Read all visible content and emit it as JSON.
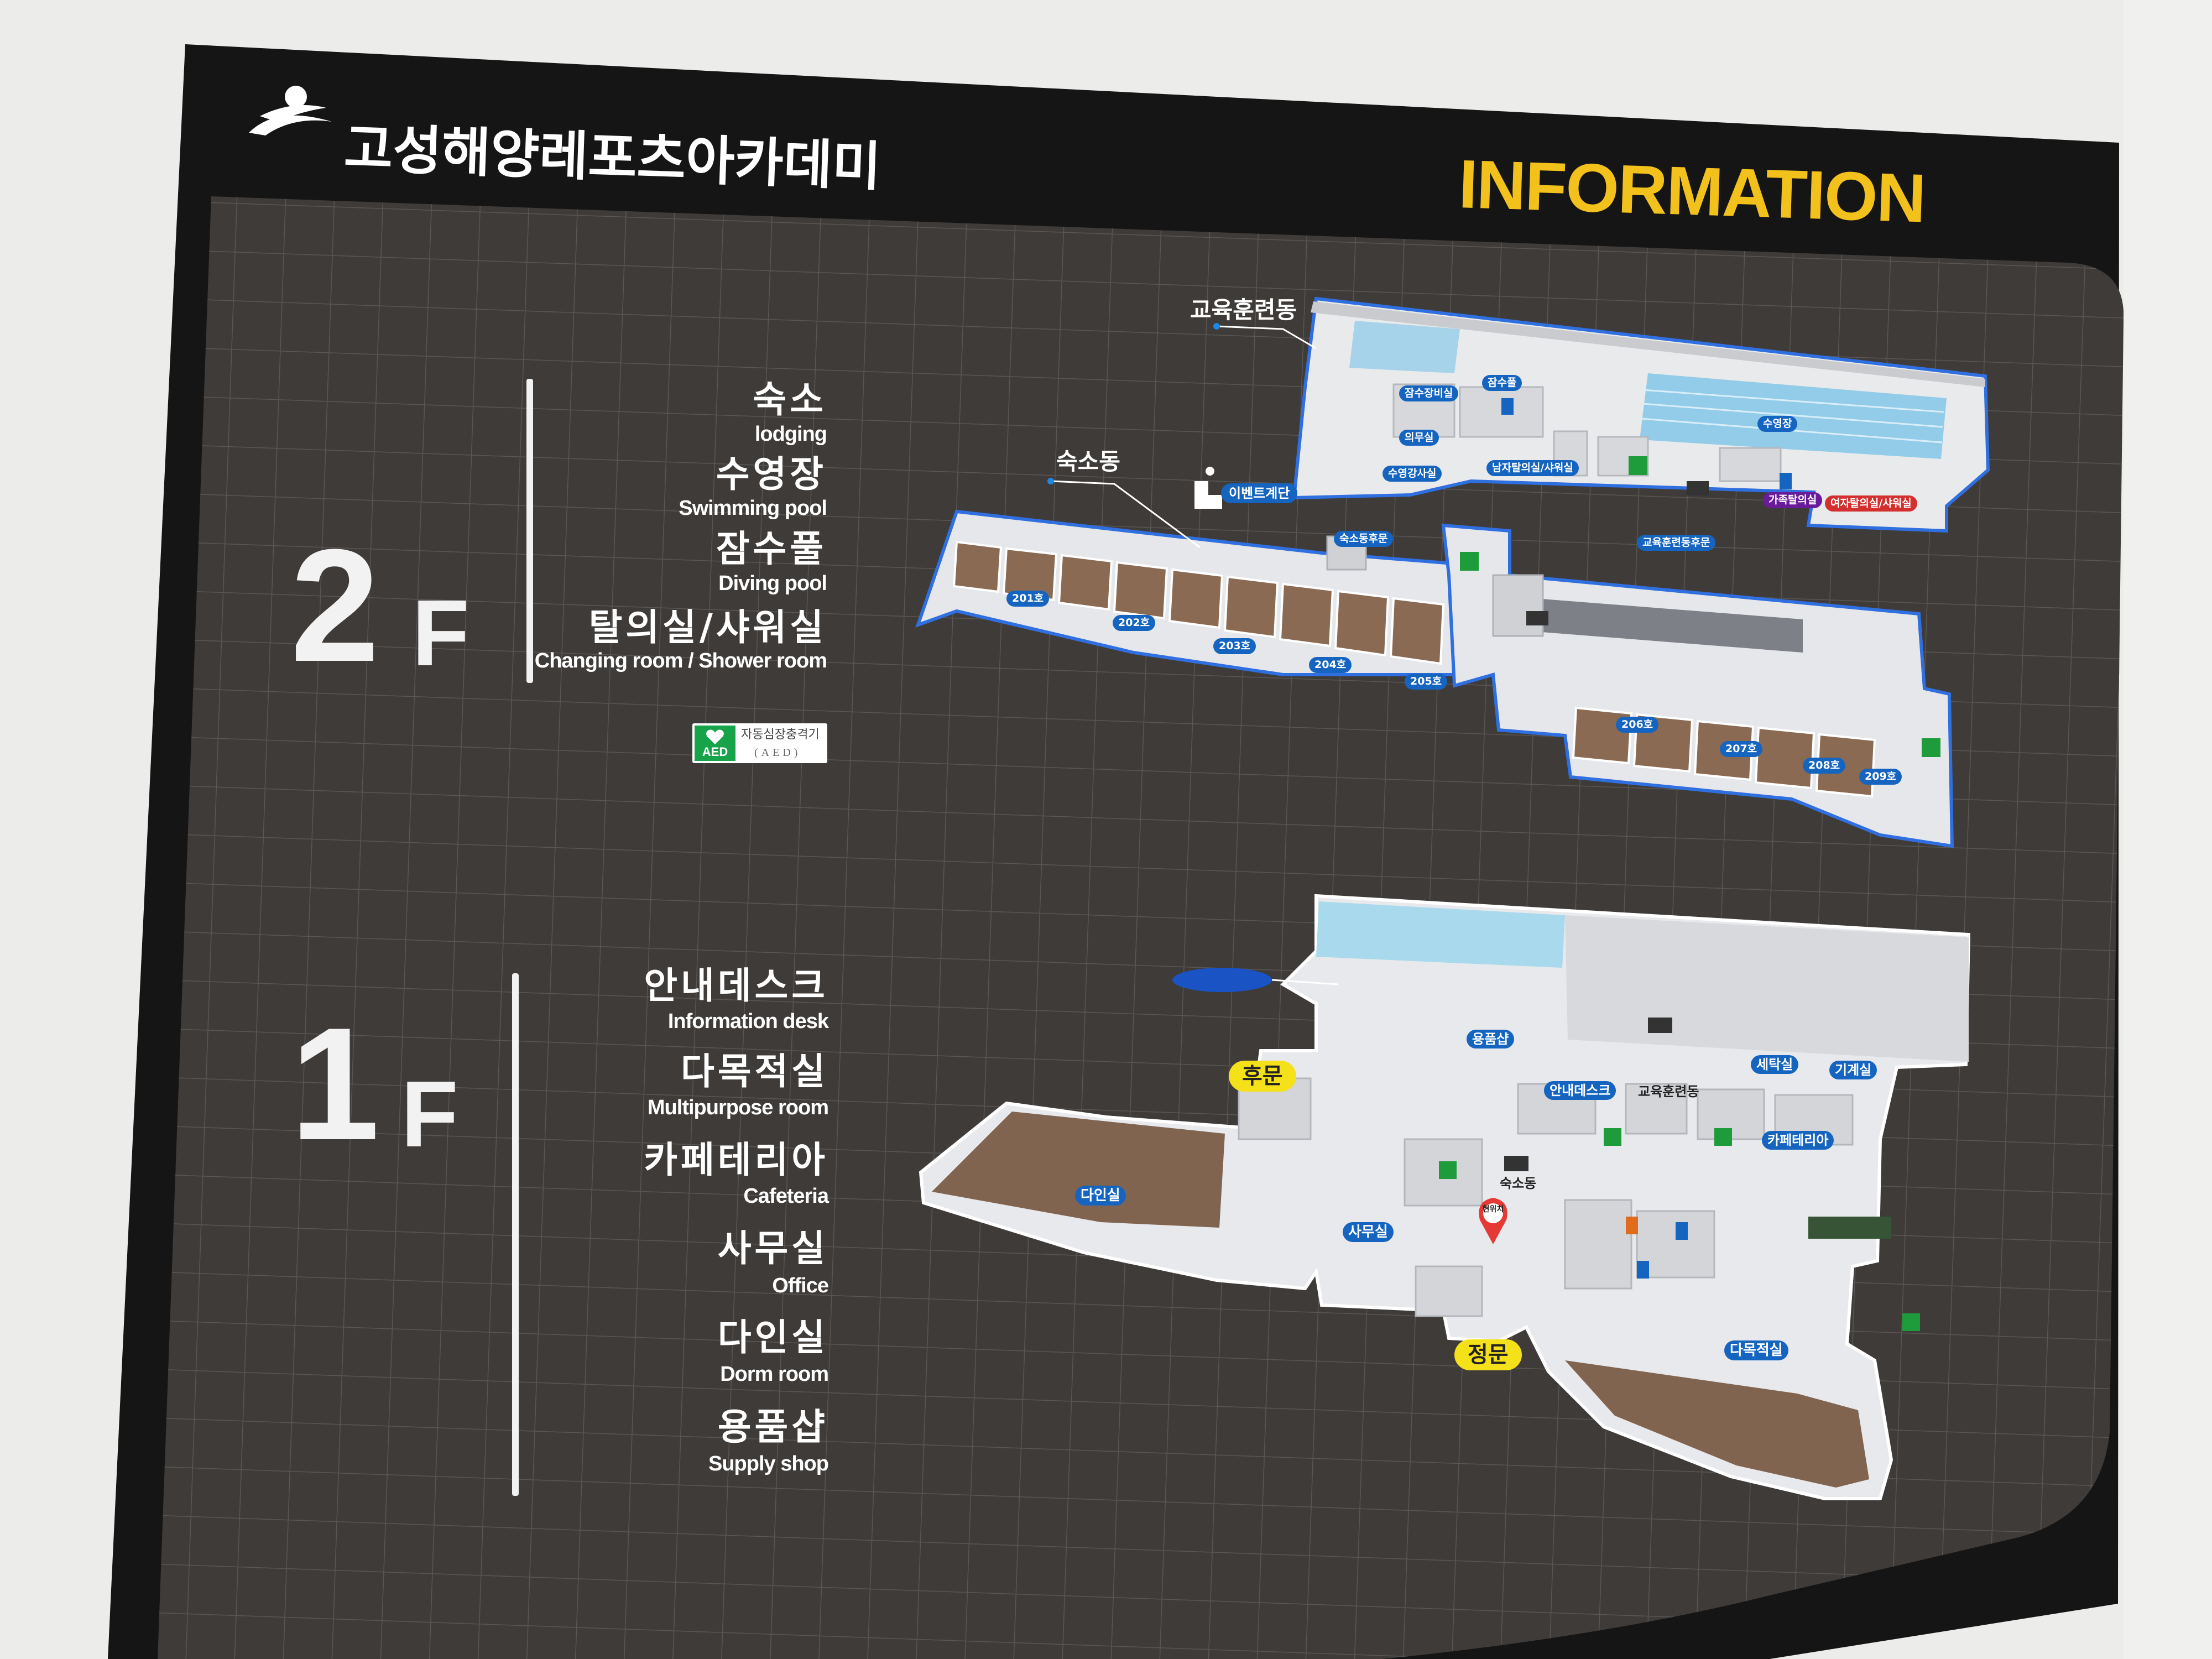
{
  "header": {
    "brand_name": "고성해양레포츠아카데미",
    "info_title": "INFORMATION"
  },
  "floor2": {
    "label_number": "2",
    "label_suffix": "F",
    "legend": [
      {
        "ko": "숙소",
        "en": "lodging"
      },
      {
        "ko": "수영장",
        "en": "Swimming pool"
      },
      {
        "ko": "잠수풀",
        "en": "Diving pool"
      },
      {
        "ko": "탈의실/샤워실",
        "en": "Changing room / Shower room"
      }
    ],
    "aed": {
      "label": "자동심장충격기",
      "sub": "(AED)",
      "icon_text": "AED"
    },
    "callouts": {
      "training_building": "교육훈련동",
      "lodging_building": "숙소동"
    },
    "map_labels": {
      "event_stairs": "이벤트계단",
      "diving_office": "잠수장비실",
      "diving_pool": "잠수풀",
      "medical": "의무실",
      "swim_instructor": "수영강사실",
      "men_changing": "남자탈의실/샤워실",
      "swimming_pool": "수영장",
      "family_changing": "가족탈의실",
      "women_changing": "여자탈의실/샤워실",
      "lodging_backdoor": "숙소동후문",
      "training_backdoor": "교육훈련동후문",
      "rooms": [
        "201호",
        "202호",
        "203호",
        "204호",
        "205호",
        "206호",
        "207호",
        "208호",
        "209호"
      ]
    }
  },
  "floor1": {
    "label_number": "1",
    "label_suffix": "F",
    "legend": [
      {
        "ko": "안내데스크",
        "en": "Information desk"
      },
      {
        "ko": "다목적실",
        "en": "Multipurpose room"
      },
      {
        "ko": "카페테리아",
        "en": "Cafeteria"
      },
      {
        "ko": "사무실",
        "en": "Office"
      },
      {
        "ko": "다인실",
        "en": "Dorm room"
      },
      {
        "ko": "용품샵",
        "en": "Supply shop"
      }
    ],
    "map_labels": {
      "supply_shop": "용품샵",
      "laundry": "세탁실",
      "machine_room": "기계실",
      "info_desk": "안내데스크",
      "training_building": "교육훈련동",
      "cafeteria": "카페테리아",
      "dorm_room": "다인실",
      "office": "사무실",
      "lodging_building": "숙소동",
      "multipurpose": "다목적실",
      "current_location": "현위치",
      "back_gate": "후문",
      "main_gate": "정문"
    }
  },
  "colors": {
    "board_black": "#161616",
    "panel_gray": "#3d3a38",
    "info_yellow": "#f3c11b",
    "tag_blue": "#1565c0",
    "tag_red": "#d32f2f",
    "tag_purple": "#6a1b9a",
    "gate_yellow": "#f5e11a",
    "exit_green": "#1e9b3a"
  },
  "icons": [
    "brand-logo-icon",
    "aed-heart-icon",
    "stairs-person-icon",
    "emergency-exit-icon",
    "elevator-icon",
    "toilet-icon",
    "current-location-pin-icon"
  ]
}
